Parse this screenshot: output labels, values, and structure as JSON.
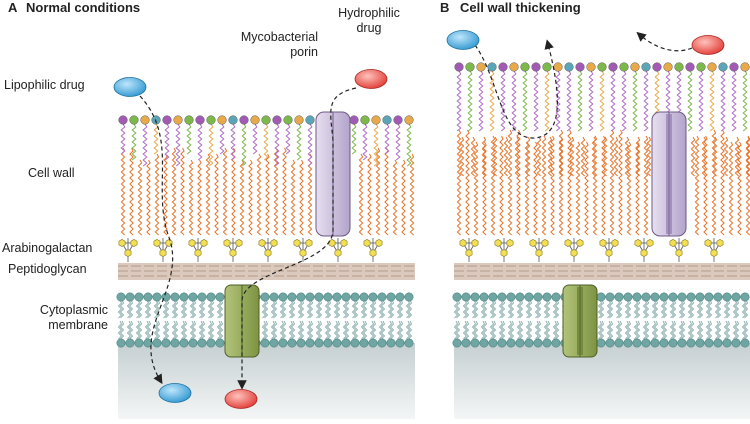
{
  "panels": [
    {
      "letter": "A",
      "title": "Normal conditions"
    },
    {
      "letter": "B",
      "title": "Cell wall thickening"
    }
  ],
  "labels": {
    "lipophilic_drug": "Lipophilic drug",
    "hydrophilic_drug": "Hydrophilic\ndrug",
    "porin": "Mycobacterial\nporin",
    "cell_wall": "Cell wall",
    "arabinogalactan": "Arabinogalactan",
    "peptidoglycan": "Peptidoglycan",
    "cytoplasmic_membrane": "Cytoplasmic\nmembrane"
  },
  "colors": {
    "lipophilic_drug": "#3aa6de",
    "hydrophilic_drug": "#e8433d",
    "porin": "#c9bcd9",
    "membrane_channel": "#93a85a",
    "head_purple": "#a35ab5",
    "head_green": "#7db84a",
    "head_orange": "#e8a94a",
    "head_teal": "#5aa6b8",
    "mycolic_chain": "#e8742a",
    "lipid_chain": "#b06cc6",
    "arabinogalactan": "#f3df52",
    "peptidoglycan": "#dcc9bd",
    "membrane_head": "#6fa6a3",
    "cytoplasm": "#dfe5e6"
  }
}
